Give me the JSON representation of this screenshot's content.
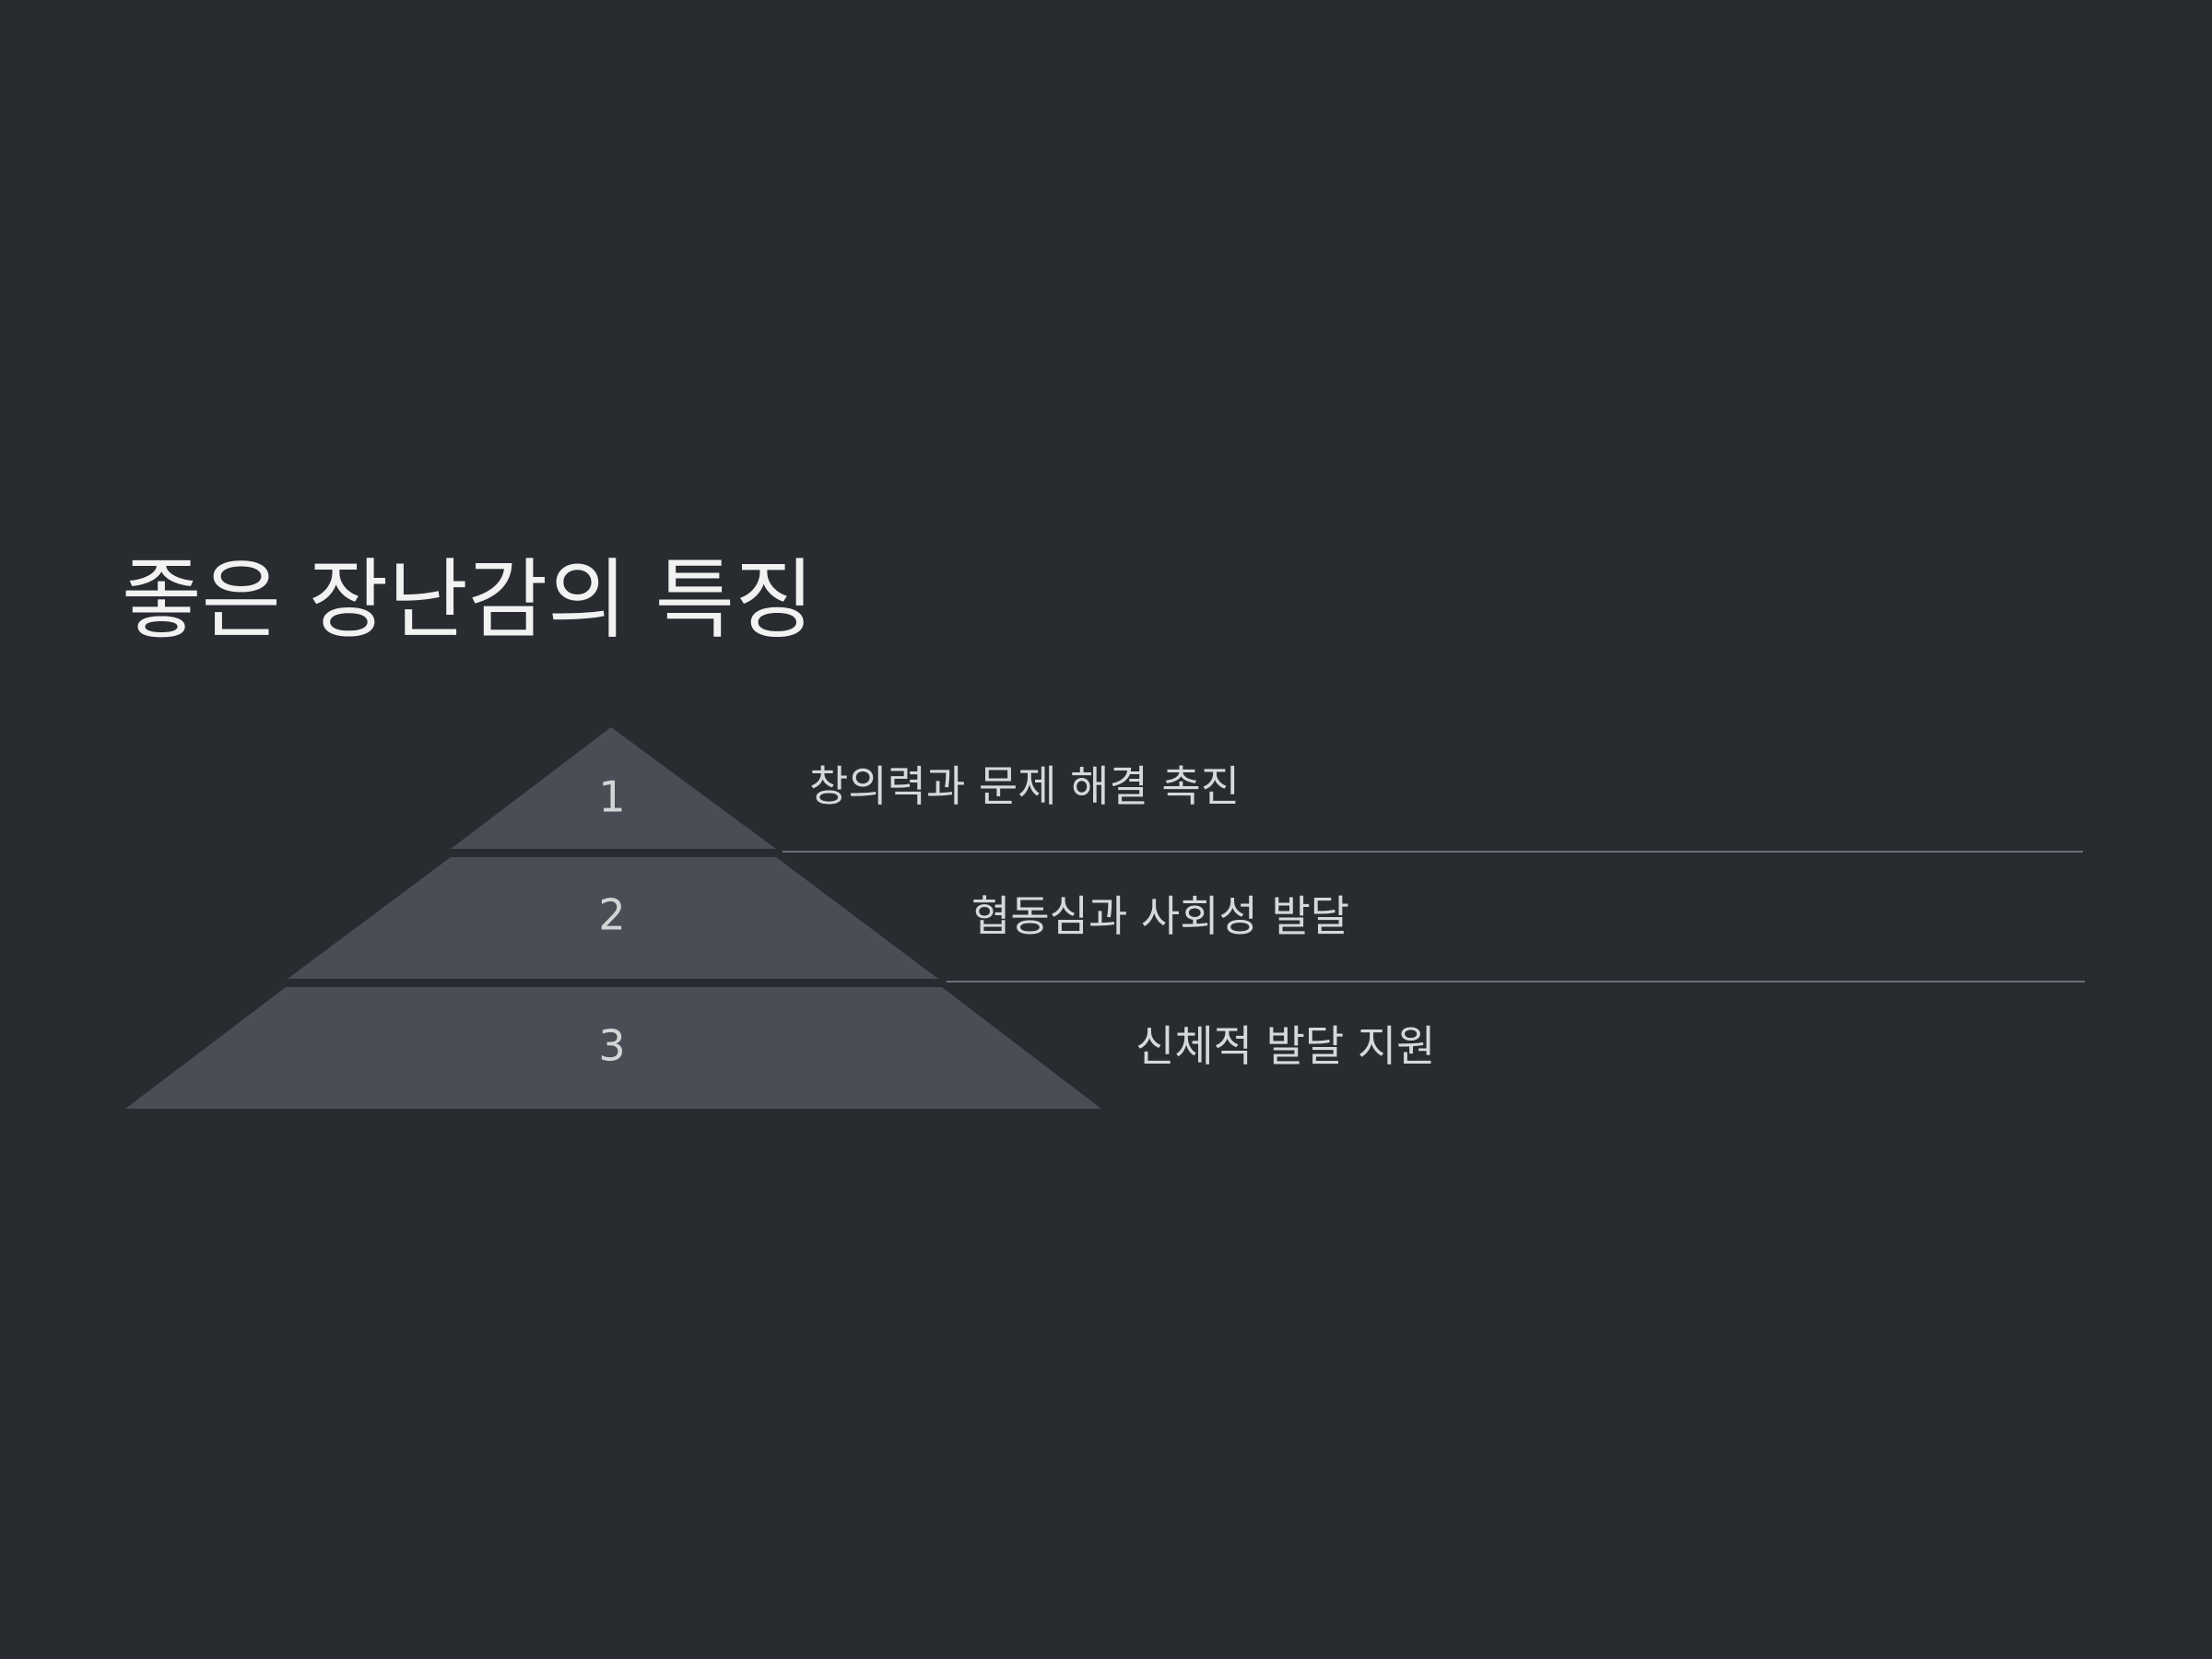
{
  "title": "좋은 장난감의 특징",
  "colors": {
    "background": "#282b30",
    "tier_fill": "#4a4d55",
    "divider": "#6b6e74",
    "title_text": "#f2f2f2",
    "label_text": "#d7d8da"
  },
  "tiers": [
    {
      "number": "1",
      "label": "창의력과 문제 해결 촉진"
    },
    {
      "number": "2",
      "label": "협동심과 사회성 발달"
    },
    {
      "number": "3",
      "label": "신체적 발달 지원"
    }
  ]
}
